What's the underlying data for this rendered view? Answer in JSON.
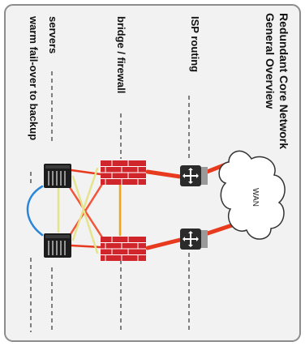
{
  "diagram": {
    "title_line1": "Redundant Core Network",
    "title_line2": "General Overview",
    "lanes": {
      "isp": "ISP routing",
      "bridge": "bridge / firewall",
      "servers": "servers",
      "failover": "warm fail-over to backup"
    },
    "cloud_label": "WAN",
    "colors": {
      "panel_bg": "#f2f2f2",
      "panel_border": "#8c8c8c",
      "dashed_line": "#333333",
      "wan_link": "#e83a1f",
      "firewall_red": "#d0262b",
      "cross_orange": "#f2553a",
      "parallel_amber": "#f5a31a",
      "server_link_yellow": "#e4e48c",
      "failover_blue": "#2a86d8",
      "router_dark": "#2b2b2b",
      "server_dark": "#1c1c1c"
    },
    "icons": [
      "cloud-icon",
      "router-icon",
      "firewall-icon",
      "server-icon"
    ]
  }
}
